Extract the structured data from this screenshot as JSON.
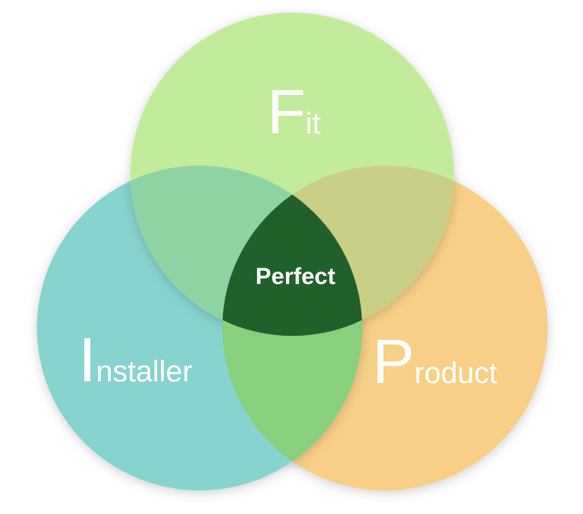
{
  "diagram": {
    "type": "venn",
    "colors": {
      "fit": "#c3eb9c",
      "installer": "#87d3cf",
      "product": "#f7cf86",
      "fit_installer": "#8fd3a5",
      "fit_product": "#c9cf86",
      "installer_product": "#88cf7e",
      "center": "#215f2b"
    },
    "sets": [
      {
        "id": "fit",
        "initial": "F",
        "rest": "it"
      },
      {
        "id": "installer",
        "initial": "I",
        "rest": "nstaller"
      },
      {
        "id": "product",
        "initial": "P",
        "rest": "roduct"
      }
    ],
    "center_label": "Perfect"
  }
}
